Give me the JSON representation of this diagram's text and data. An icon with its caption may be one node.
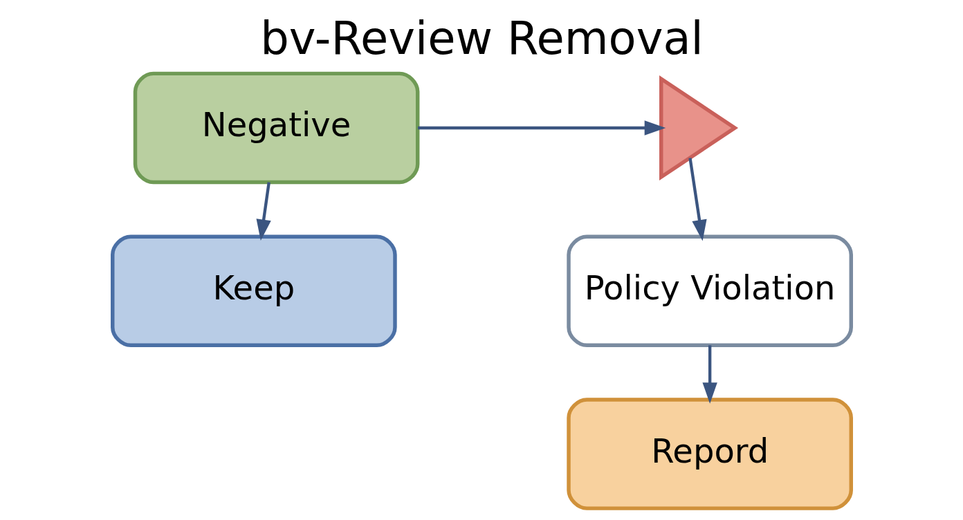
{
  "diagram": {
    "title": "bv-Review Removal",
    "nodes": [
      {
        "text": [
          "Negative"
        ]
      },
      {
        "text": [
          "Keep"
        ]
      },
      {
        "text": [],
        "shape": "picture"
      },
      {
        "text": [
          "Policy Violation"
        ]
      },
      {
        "text": [
          "Repord"
        ]
      }
    ],
    "edges": [
      {
        "from": 0,
        "to": 1,
        "arrow": "to"
      },
      {
        "from": 0,
        "to": 2,
        "arrow": "to"
      },
      {
        "from": 2,
        "to": 3,
        "arrow": "to"
      },
      {
        "from": 3,
        "to": 4,
        "arrow": "to"
      }
    ]
  }
}
